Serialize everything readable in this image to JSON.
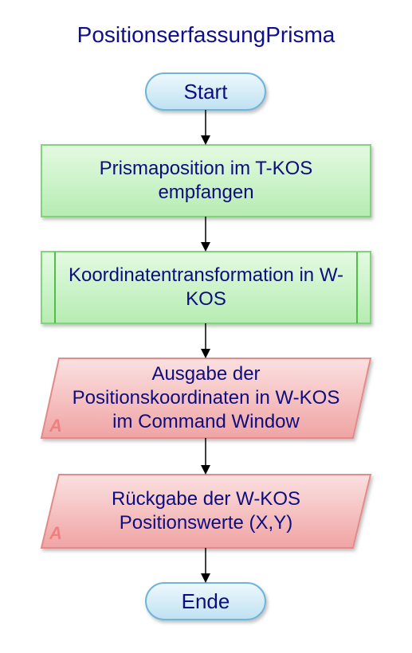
{
  "title": "PositionserfassungPrisma",
  "nodes": {
    "start": "Start",
    "step1": "Prismaposition im T-KOS empfangen",
    "step2": "Koordinatentransformation in W-KOS",
    "step3": "Ausgabe der Positionskoordinaten in W-KOS im Command Window",
    "step4": "Rückgabe der W-KOS Positionswerte (X,Y)",
    "end": "Ende"
  },
  "markers": {
    "step3": "A",
    "step4": "A"
  },
  "colors": {
    "terminal_fill": "#d7eef8",
    "terminal_stroke": "#6fb4d8",
    "process_fill": "#c9f2c6",
    "process_stroke": "#7fd57a",
    "io_fill": "#f7c3c3",
    "io_stroke": "#e38a8a",
    "text": "#0d0d80",
    "arrow": "#000000"
  }
}
